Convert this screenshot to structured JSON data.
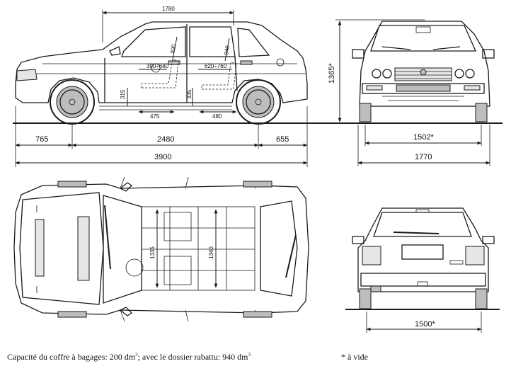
{
  "dimensions": {
    "side_top_length": "1780",
    "front_overhang": "765",
    "wheelbase": "2480",
    "rear_overhang": "655",
    "overall_length": "3900",
    "overall_height": "1365*",
    "front_track": "1502*",
    "overall_width": "1770",
    "rear_track": "1500*",
    "interior_front_legroom": "390÷680",
    "interior_rear_legroom": "620÷760",
    "front_seat_height": "315",
    "rear_seat_height": "335",
    "front_seat_depth": "475",
    "rear_seat_depth": "480",
    "front_headroom": "930",
    "rear_headroom": "840",
    "front_interior_width": "1335",
    "rear_interior_width": "1340"
  },
  "caption": {
    "cargo_prefix": "Capacité du coffre à bagages: 200 dm",
    "cargo_mid": "; avec le dossier rabattu: 940 dm",
    "unit_power": "3",
    "footnote": "* à vide"
  }
}
